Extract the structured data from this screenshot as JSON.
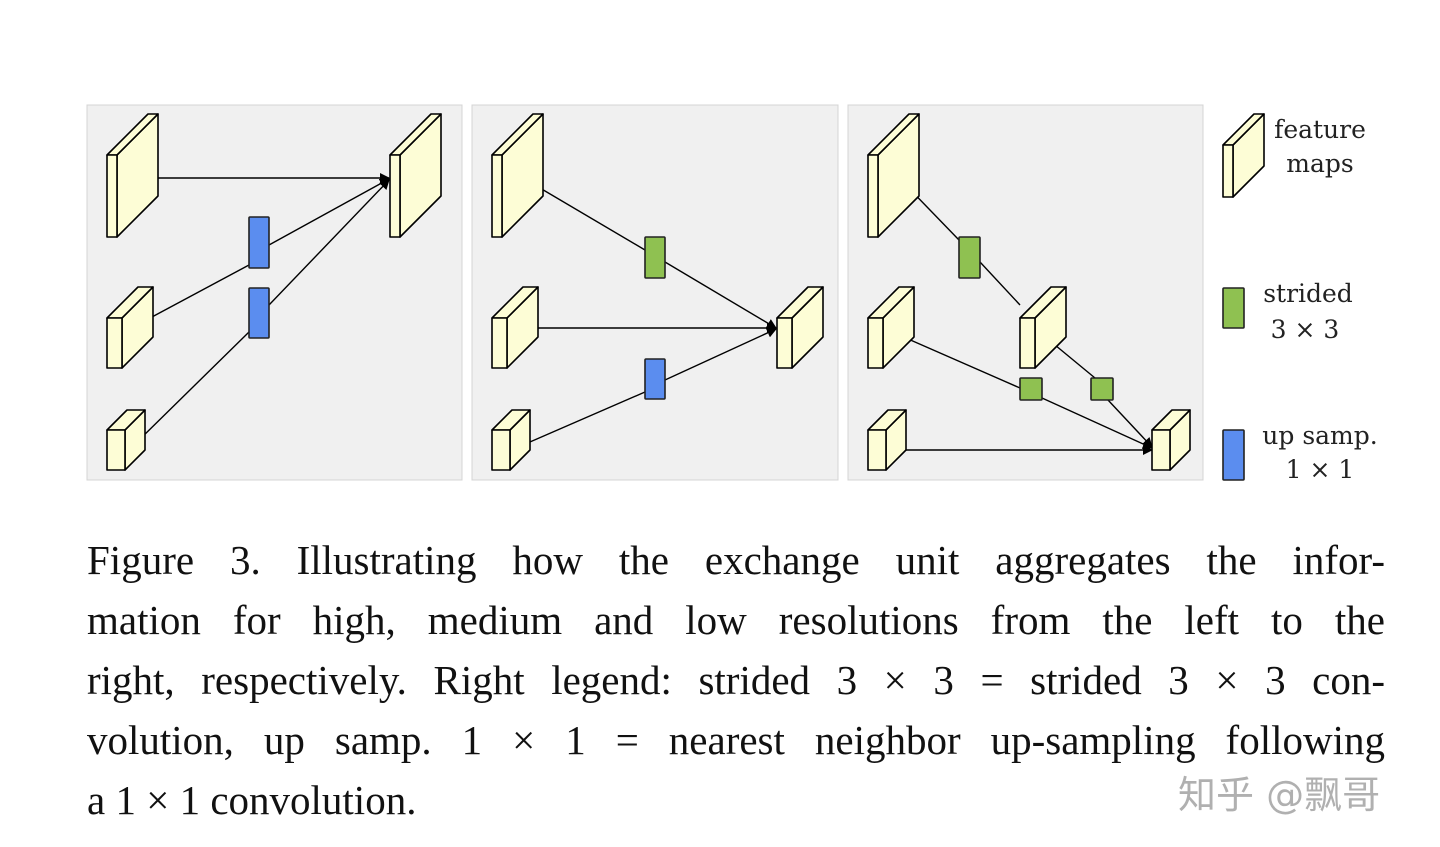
{
  "legend": {
    "feature_maps": [
      "feature",
      "maps"
    ],
    "strided": [
      "strided",
      "3 × 3"
    ],
    "up_samp": [
      "up samp.",
      "1 × 1"
    ]
  },
  "colors": {
    "feature_map": "#fdfdd6",
    "strided_conv": "#8fc151",
    "up_sampling": "#5b8def",
    "panel_bg": "#f0f0f0"
  },
  "caption": {
    "lines": [
      "Figure 3. Illustrating how the exchange unit aggregates the infor-",
      "mation for high, medium and low resolutions from the left to the",
      "right, respectively. Right legend: strided 3 × 3 = strided 3 × 3 con-",
      "volution, up samp. 1 × 1 = nearest neighbor up-sampling following",
      "a 1 × 1 convolution."
    ]
  },
  "watermark": "知乎 @飘哥"
}
